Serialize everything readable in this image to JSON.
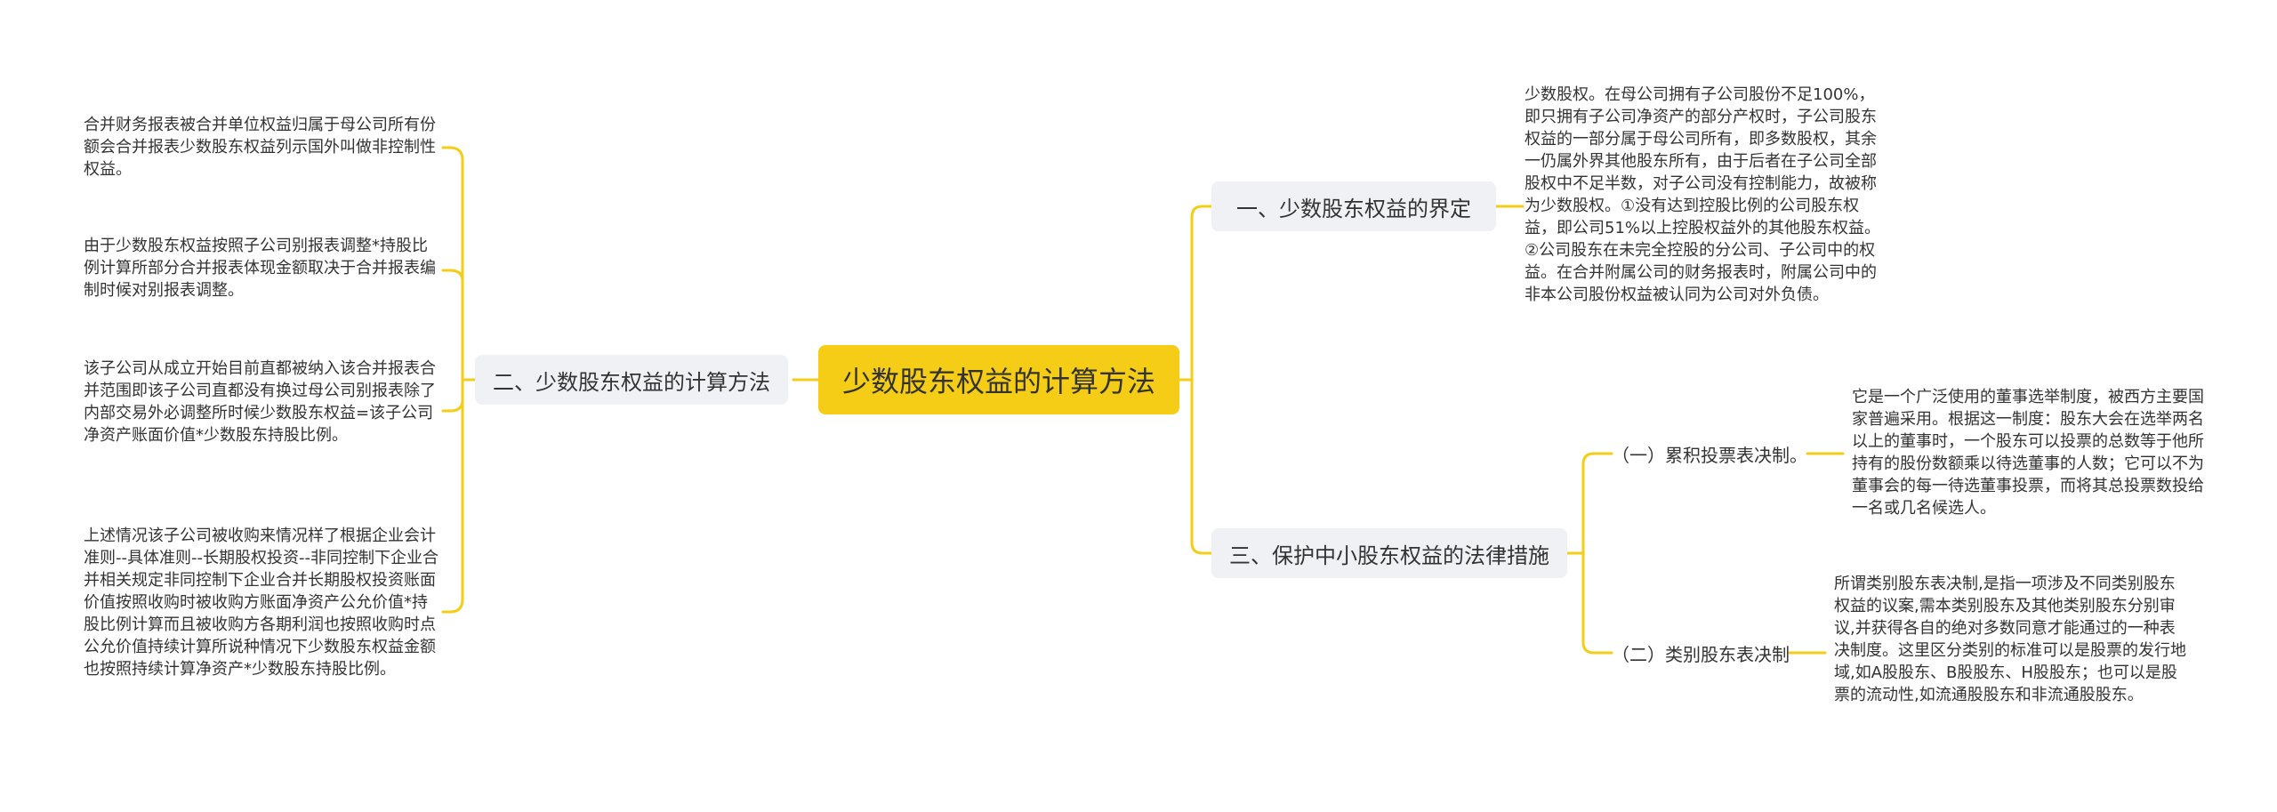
{
  "root": {
    "label": "少数股东权益的计算方法"
  },
  "branches": [
    {
      "label": "一、少数股东权益的界定",
      "leaf": "少数股权。在母公司拥有子公司股份不足100%，即只拥有子公司净资产的部分产权时，子公司股东权益的一部分属于母公司所有，即多数股权，其余一仍属外界其他股东所有，由于后者在子公司全部股权中不足半数，对子公司没有控制能力，故被称为少数股权。①没有达到控股比例的公司股东权益，即公司51%以上控股权益外的其他股东权益。②公司股东在未完全控股的分公司、子公司中的权益。在合并附属公司的财务报表时，附属公司中的非本公司股份权益被认同为公司对外负债。"
    },
    {
      "label": "二、少数股东权益的计算方法",
      "leaves": [
        "合并财务报表被合并单位权益归属于母公司所有份额会合并报表少数股东权益列示国外叫做非控制性权益。",
        "由于少数股东权益按照子公司别报表调整*持股比例计算所部分合并报表体现金额取决于合并报表编制时候对别报表调整。",
        "该子公司从成立开始目前直都被纳入该合并报表合并范围即该子公司直都没有换过母公司别报表除了内部交易外必调整所时候少数股东权益=该子公司净资产账面价值*少数股东持股比例。",
        "上述情况该子公司被收购来情况样了根据企业会计准则--具体准则--长期股权投资--非同控制下企业合并相关规定非同控制下企业合并长期股权投资账面价值按照收购时被收购方账面净资产公允价值*持股比例计算而且被收购方各期利润也按照收购时点公允价值持续计算所说种情况下少数股东权益金额也按照持续计算净资产*少数股东持股比例。"
      ]
    },
    {
      "label": "三、保护中小股东权益的法律措施",
      "subs": [
        {
          "label": "（一）累积投票表决制。",
          "leaf": "它是一个广泛使用的董事选举制度，被西方主要国家普遍采用。根据这一制度：股东大会在选举两名以上的董事时，一个股东可以投票的总数等于他所持有的股份数额乘以待选董事的人数；它可以不为董事会的每一待选董事投票，而将其总投票数投给一名或几名候选人。"
        },
        {
          "label": "（二）类别股东表决制",
          "leaf": "所谓类别股东表决制,是指一项涉及不同类别股东权益的议案,需本类别股东及其他类别股东分别审议,并获得各自的绝对多数同意才能通过的一种表决制度。这里区分类别的标准可以是股票的发行地域,如A股股东、B股股东、H股股东；也可以是股票的流动性,如流通股股东和非流通股股东。"
        }
      ]
    }
  ],
  "colors": {
    "root_fill": "#f5cc16",
    "branch_fill": "#eff1f4",
    "connector": "#f5cc16"
  }
}
